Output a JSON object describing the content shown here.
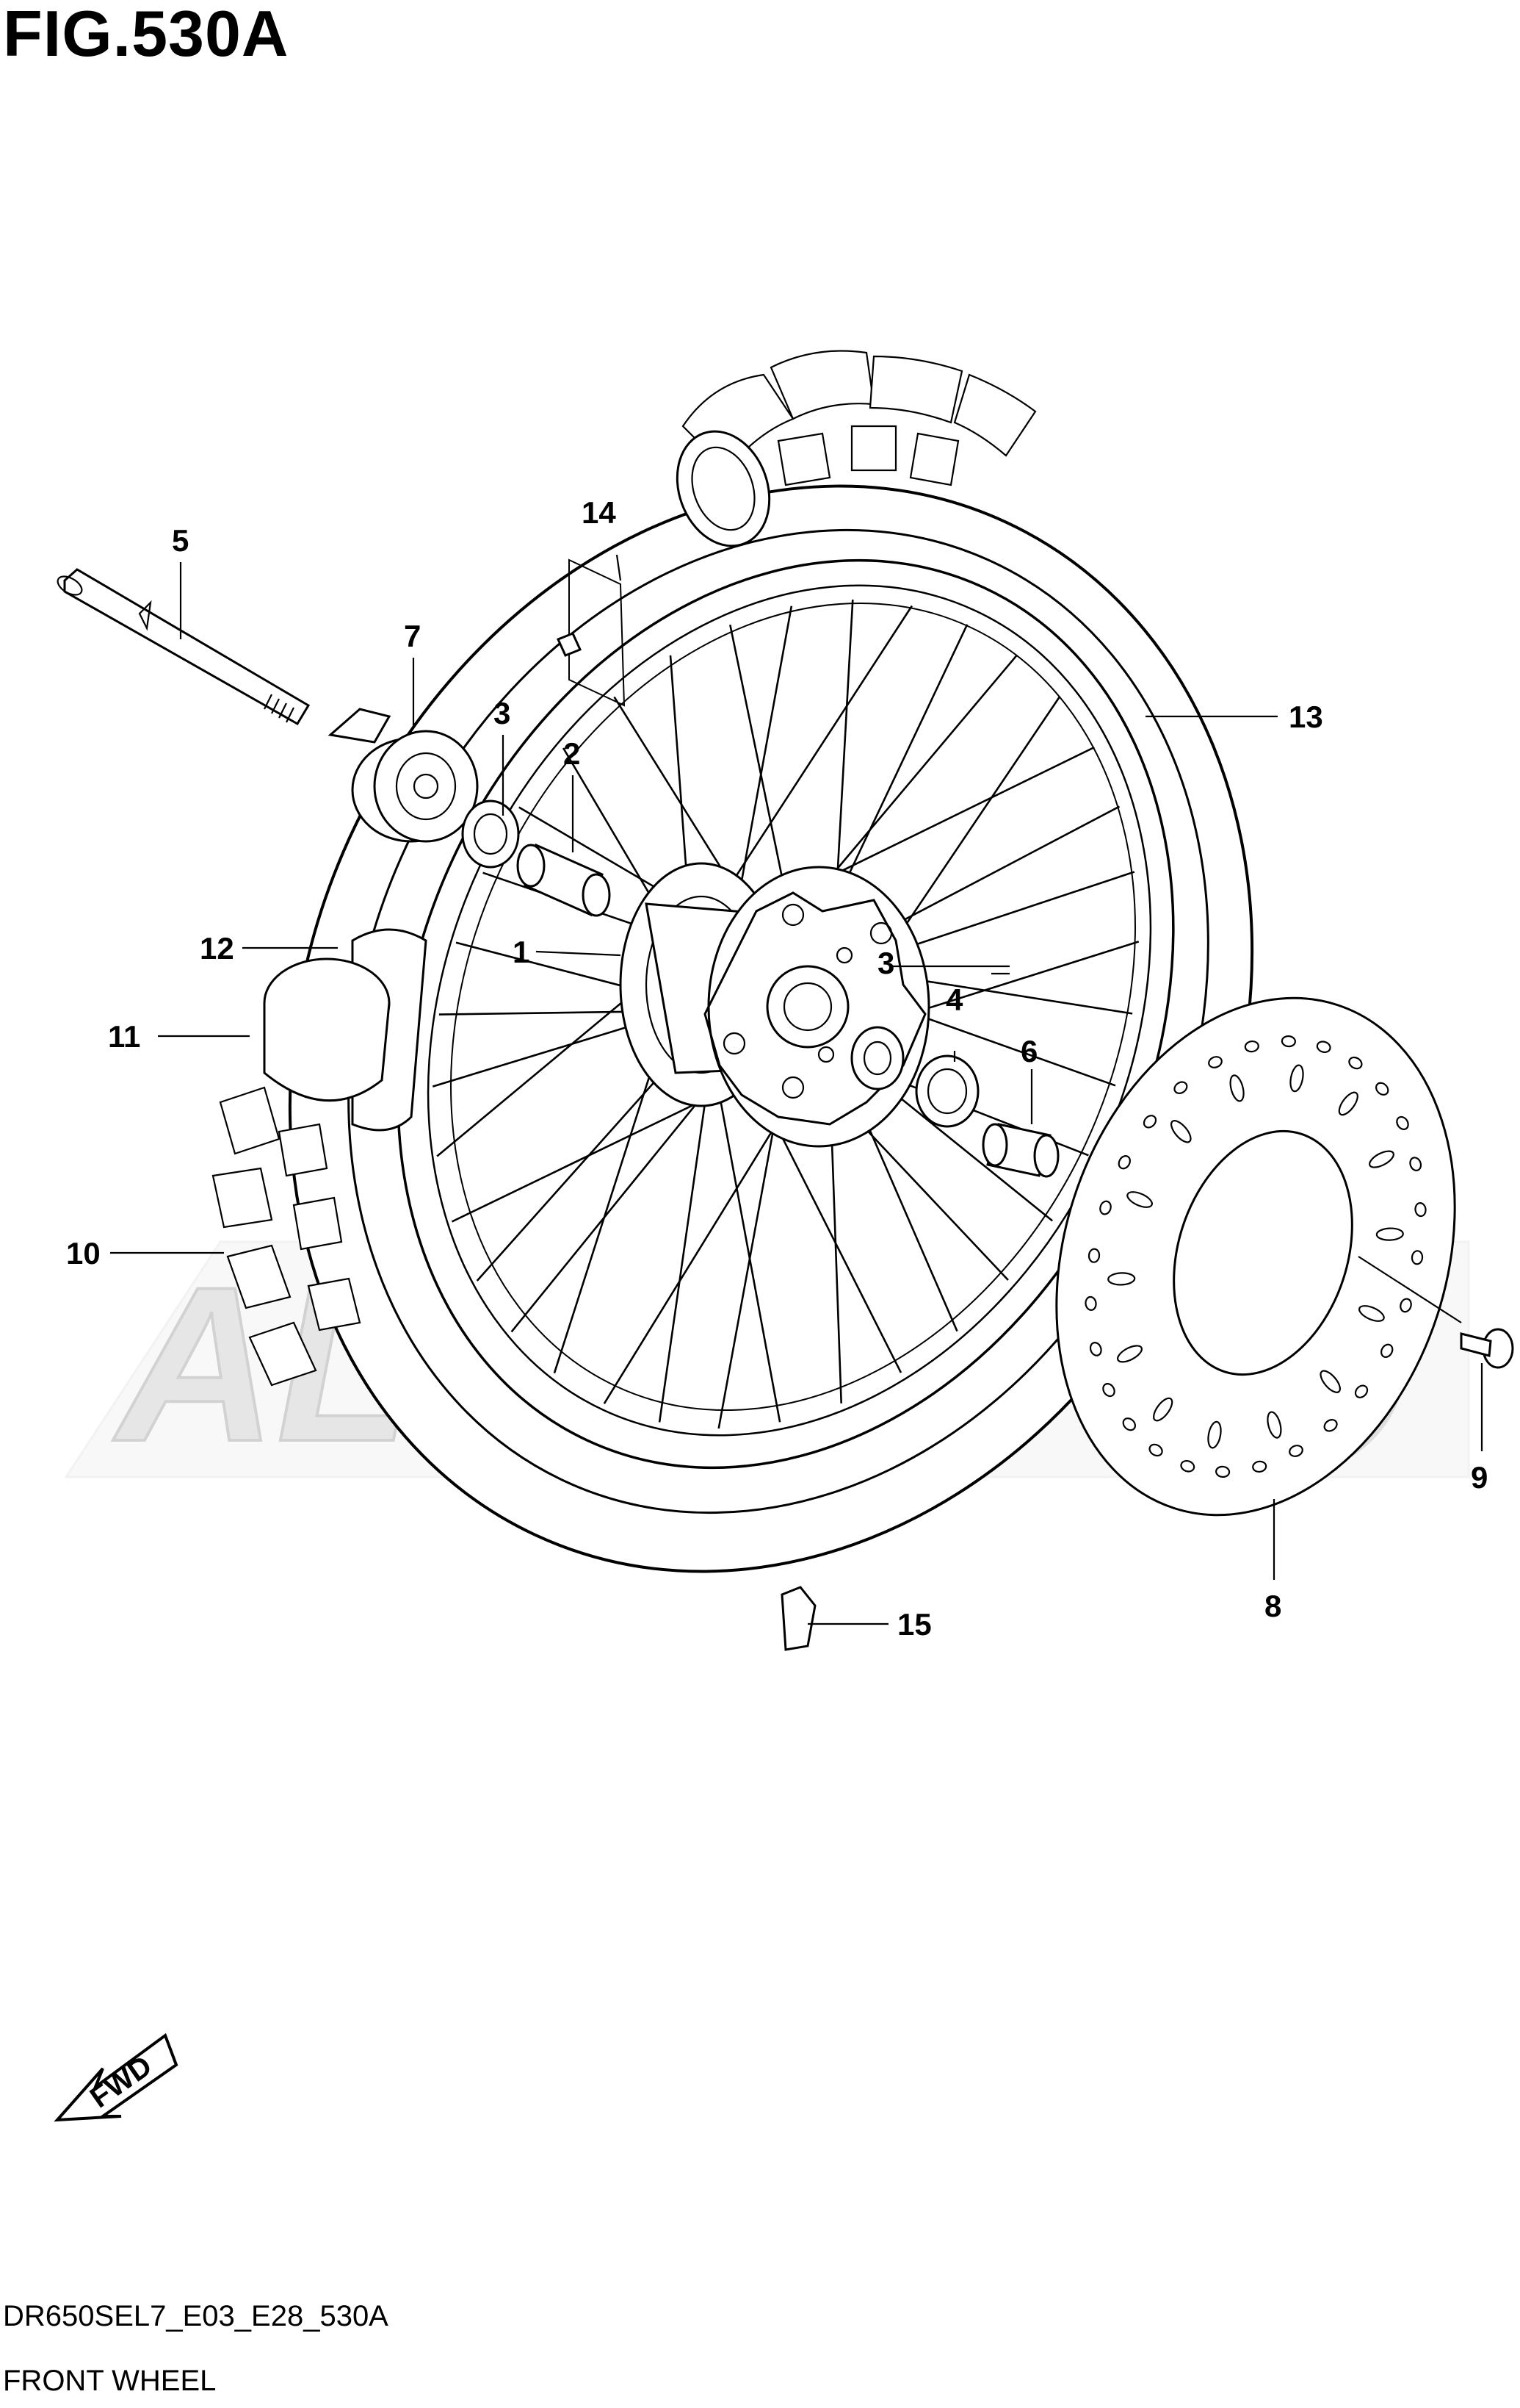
{
  "figure": {
    "title": "FIG.530A",
    "model_code": "DR650SEL7_E03_E28_530A",
    "subtitle": "FRONT WHEEL"
  },
  "callouts": [
    "1",
    "2",
    "3",
    "3",
    "4",
    "5",
    "6",
    "7",
    "8",
    "9",
    "10",
    "11",
    "12",
    "13",
    "14",
    "15"
  ],
  "direction_marker": "FWD",
  "watermark": "ALL MOTO"
}
